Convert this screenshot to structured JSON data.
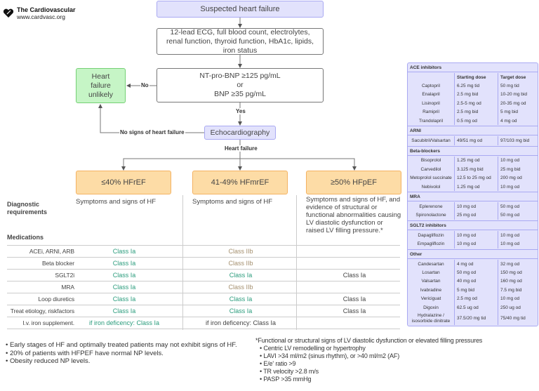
{
  "logo": {
    "title": "The Cardiovascular",
    "url": "www.cardvasc.org"
  },
  "flow": {
    "suspected": "Suspected heart failure",
    "tests": "12-lead ECG, full blood count, electrolytes, renal function, thyroid function, HbA1c, lipids, iron status",
    "bnp_line1": "NT-pro-BNP ≥125 pg/mL",
    "bnp_line2": "or",
    "bnp_line3": "BNP ≥35 pg/mL",
    "unlikely": "Heart failure unlikely",
    "no": "No",
    "yes": "Yes",
    "echo": "Echocardiography",
    "no_signs": "No signs of heart failure",
    "heart_failure": "Heart failure",
    "types": [
      "≤40% HFrEF",
      "41-49% HFmrEF",
      "≥50% HFpEF"
    ]
  },
  "diagnostic": {
    "label": "Diagnostic requirements",
    "values": [
      "Symptoms and signs of HF",
      "Symptoms and signs of HF",
      "Symptoms and signs of HF, and evidence of structural or functional abnormalities causing LV diastolic dysfunction or raised LV filling pressure.*"
    ]
  },
  "medications": {
    "label": "Medications",
    "rows": [
      {
        "name": "ACEi, ARNI, ARB",
        "values": [
          "Class Ia",
          "Class IIb",
          ""
        ],
        "styles": [
          "g",
          "b",
          "k"
        ]
      },
      {
        "name": "Beta blocker",
        "values": [
          "Class Ia",
          "Class IIb",
          ""
        ],
        "styles": [
          "g",
          "b",
          "k"
        ]
      },
      {
        "name": "SGLT2i",
        "values": [
          "Class Ia",
          "Class Ia",
          "Class Ia"
        ],
        "styles": [
          "g",
          "g",
          "k"
        ]
      },
      {
        "name": "MRA",
        "values": [
          "Class Ia",
          "Class IIb",
          ""
        ],
        "styles": [
          "g",
          "b",
          "k"
        ]
      },
      {
        "name": "Loop diuretics",
        "values": [
          "Class Ia",
          "Class Ia",
          "Class Ia"
        ],
        "styles": [
          "g",
          "g",
          "k"
        ]
      },
      {
        "name": "Treat etiology, riskfactors",
        "values": [
          "Class Ia",
          "Class Ia",
          "Class Ia"
        ],
        "styles": [
          "g",
          "g",
          "k"
        ]
      },
      {
        "name": "I.v. iron supplement.",
        "values": [
          "if iron deficency: Class Ia",
          "if iron deficency: Class Ia",
          ""
        ],
        "styles": [
          "g",
          "k",
          "k"
        ]
      }
    ]
  },
  "colors": {
    "class_ia": "#2a9c7c",
    "class_iib": "#a48f6e",
    "lavender": "#e2e2fc",
    "green": "#c6f5c6",
    "orange": "#fddca6"
  },
  "notes_left": [
    "• Early stages of HF and optimally treated patients may not exhibit signs of HF.",
    "• 20% of patients with HFPEF have normal NP levels.",
    "• Obesity reduced NP levels."
  ],
  "notes_right": {
    "title": "*Functional or structural signs of LV diastolic dysfunction or elevated filling pressures",
    "items": [
      "• Centric LV remodelling or hypertrophy",
      "• LAVI >34 ml/m2 (sinus rhythm), or >40 ml/m2 (AF)",
      "• E/e' ratio >9",
      "• TR velocity >2.8 m/s",
      "• PASP >35 mmHg"
    ]
  },
  "dose_table": {
    "header": [
      "",
      "Starting dose",
      "Target dose"
    ],
    "sections": [
      {
        "title": "ACE inhibitors",
        "header": true,
        "rows": [
          [
            "Captopril",
            "6.25 mg tid",
            "50 mg tid"
          ],
          [
            "Enalapril",
            "2.5 mg bid",
            "10-20 mg bid"
          ],
          [
            "Lisinopril",
            "2.5-5 mg od",
            "20-35 mg od"
          ],
          [
            "Ramipril",
            "2.5 mg bid",
            "5 mg bid"
          ],
          [
            "Trandolapril",
            "0.5 mg od",
            "4 mg od"
          ]
        ]
      },
      {
        "title": "ARNI",
        "rows": [
          [
            "Sacubitril/Valsartan",
            "49/51 mg od",
            "97/103 mg bid"
          ]
        ]
      },
      {
        "title": "Beta-blockers",
        "rows": [
          [
            "Bisoprolol",
            "1.25 mg od",
            "10 mg od"
          ],
          [
            "Carvedilol",
            "3.125 mg bid",
            "25 mg bid"
          ],
          [
            "Metoprolol succinate",
            "12.5 to 25 mg od",
            "200 mg od"
          ],
          [
            "Nebivolol",
            "1.25 mg od",
            "10 mg od"
          ]
        ]
      },
      {
        "title": "MRA",
        "rows": [
          [
            "Eplerenone",
            "10 mg od",
            "50 mg od"
          ],
          [
            "Spironolactone",
            "25 mg od",
            "50 mg od"
          ]
        ]
      },
      {
        "title": "SGLT2 inhibitors",
        "rows": [
          [
            "Dapagliflozin",
            "10 mg od",
            "10 mg od"
          ],
          [
            "Empagliflozin",
            "10 mg od",
            "10 mg od"
          ]
        ]
      },
      {
        "title": "Other",
        "rows": [
          [
            "Candesartan",
            "4 mg od",
            "32 mg od"
          ],
          [
            "Losartan",
            "50 mg od",
            "150 mg od"
          ],
          [
            "Valsartan",
            "40 mg od",
            "160 mg od"
          ],
          [
            "Ivabradine",
            "5 mg bid",
            "7.5 mg bid"
          ],
          [
            "Vericiguat",
            "2.5 mg od",
            "10 mg od"
          ],
          [
            "Digoxin",
            "62.5 ug od",
            "250 ug od"
          ],
          [
            "Hydralazine / isosorbide dinitrate",
            "37.5/20 mg tid",
            "75/40 mg tid"
          ]
        ]
      }
    ]
  }
}
